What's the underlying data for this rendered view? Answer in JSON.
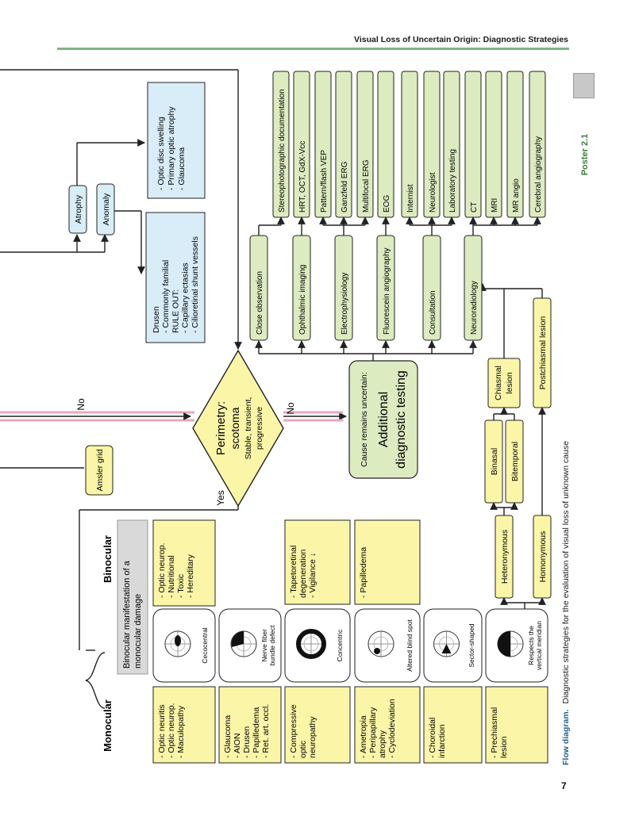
{
  "header": {
    "title": "Visual Loss of Uncertain Origin: Diagnostic Strategies",
    "poster": "Poster 2.1"
  },
  "page_number": "7",
  "caption": {
    "lead": "Flow diagram.",
    "text": "Diagnostic strategies for the evaluation of visual loss of unknown cause"
  },
  "colors": {
    "yellow": "#fbf5a8",
    "blue": "#d8edf8",
    "green": "#dcebc0",
    "pink": "#f4b8cf",
    "gray": "#d9d9d9",
    "rule": "#7fb38a",
    "caption": "#1f5f8f"
  },
  "top": {
    "atrophy": "Atrophy",
    "anomaly": "Anomaly",
    "blue1": [
      "- Optic disc swelling",
      "- Primary optic atrophy",
      "- Glaucoma"
    ],
    "blue2": [
      "Drusen",
      "- Commonly familial",
      "RULE OUT:",
      "- Capillary ectasias",
      "- Cilioretinal shunt vessels"
    ]
  },
  "decision": {
    "lines": [
      "Perimetry:",
      "scotoma",
      "Stable, transient,",
      "progressive"
    ],
    "no_top": "No",
    "no_right": "No",
    "yes": "Yes"
  },
  "amsler": "Amsler grid",
  "uncertain": {
    "small": "Cause remains uncertain:",
    "big1": "Additional",
    "big2": "diagnostic testing"
  },
  "tests": [
    {
      "label": "Close observation",
      "subs": [
        "Stereophotographic documentation"
      ]
    },
    {
      "label": "Ophthalmic imaging",
      "subs": [
        "HRT, OCT, GdX-Vcc"
      ]
    },
    {
      "label": "Electrophysiology",
      "subs": [
        "Pattern/flash VEP",
        "Ganzfeld ERG",
        "Multifocal ERG"
      ]
    },
    {
      "label": "Fluorescein angiography",
      "subs": [
        "EOG"
      ]
    },
    {
      "label": "Consultation",
      "subs": [
        "Internist",
        "Neurologist",
        "Laboratory testing"
      ]
    },
    {
      "label": "Neuroradiology",
      "subs": [
        "CT",
        "MRI",
        "MR angio",
        "Cerebral angiography"
      ]
    }
  ],
  "monocular": "Monocular",
  "binocular": "Binocular",
  "binocular_note": [
    "Binocular manifestation of a",
    "monocular damage"
  ],
  "field_rows": [
    {
      "field": "Cecocentral",
      "left": [
        "- Optic neuritis",
        "- Optic neurop.",
        "- Maculopathy"
      ],
      "right": [
        "- Optic neurop.",
        "- Nutritional",
        "- Toxic",
        "- Hereditary"
      ]
    },
    {
      "field": "Nerve fiber bundle defect",
      "left": [
        "- Glaucoma",
        "- AION",
        "- Drusen",
        "- Papilledema",
        "- Ret. art. occl."
      ],
      "right": []
    },
    {
      "field": "Concentric",
      "left": [
        "- Compressive",
        "optic",
        "neuropathy"
      ],
      "right": [
        "- Tapetoretinal",
        "degeneration",
        "- Vigilance ↓"
      ]
    },
    {
      "field": "Altered blind spot",
      "left": [
        "- Ametropia",
        "- Peripapillary",
        "atrophy",
        "- Cyclodeviation"
      ],
      "right": [
        "- Papilledema"
      ]
    },
    {
      "field": "Sector-shaped",
      "left": [
        "- Choroidal",
        "infarction"
      ],
      "right": []
    },
    {
      "field": "Respects the vertical meridian",
      "left": [
        "- Prechiasmal",
        "lesion"
      ],
      "right": []
    }
  ],
  "hemi": {
    "heteronymous": "Heteronymous",
    "homonymous": "Homonymous",
    "binasal": "Binasal",
    "bitemporal": "Bitemporal",
    "chiasmal": "Chiasmal lesion",
    "postchiasmal": "Postchiasmal lesion"
  }
}
